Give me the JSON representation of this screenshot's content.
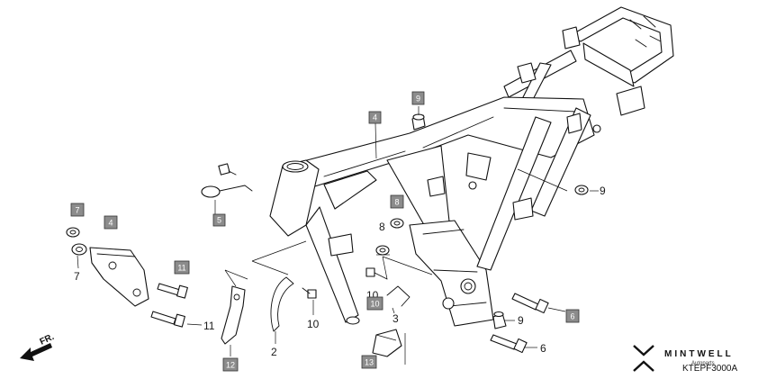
{
  "diagram": {
    "callouts": {
      "main_frame": "4",
      "right_plate": "4",
      "nut_7_box": "7",
      "nut_7": "7",
      "clip_5": "5",
      "cap_9_top": "9",
      "cap_9_right": "9",
      "cap_9_lower": "9",
      "nut_8_box": "8",
      "nut_8": "8",
      "bolt_11_box": "11",
      "bolt_11": "11",
      "bolt_10_box": "10",
      "bolt_10": "10",
      "bolt_10_upper": "10",
      "clip_3": "3",
      "wire_2": "2",
      "bracket_12": "12",
      "bracket_13": "13",
      "bolt_6_box": "6",
      "bolt_6": "6"
    },
    "direction_label": "FR.",
    "brand_name": "MINTWELL",
    "brand_site": "Autoparts",
    "diagram_code": "KTEPF3000A"
  }
}
